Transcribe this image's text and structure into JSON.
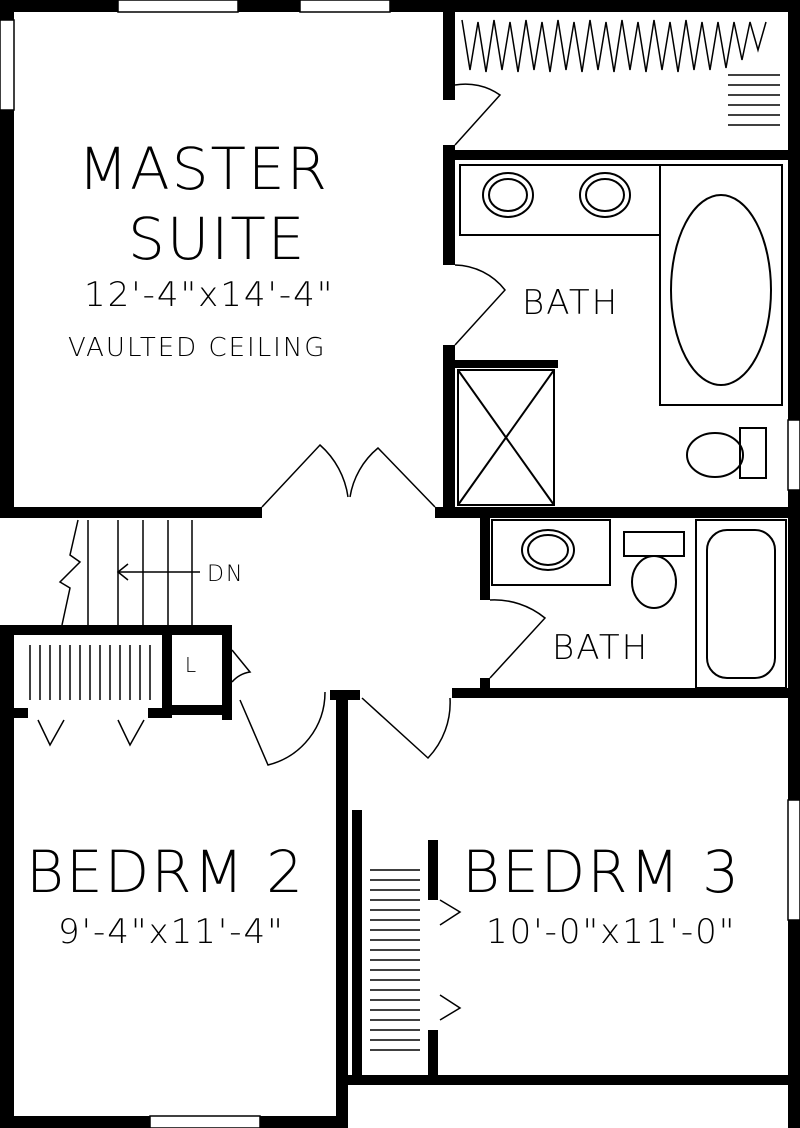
{
  "rooms": {
    "master": {
      "name_line1": "MASTER",
      "name_line2": "SUITE",
      "dimensions": "12'-4\"x14'-4\"",
      "note": "VAULTED CEILING"
    },
    "bath1": {
      "name": "BATH"
    },
    "bath2": {
      "name": "BATH"
    },
    "bedroom2": {
      "name": "BEDRM 2",
      "dimensions": "9'-4\"x11'-4\""
    },
    "bedroom3": {
      "name": "BEDRM 3",
      "dimensions": "10'-0\"x11'-0\""
    }
  },
  "stairs": {
    "direction_label": "DN"
  },
  "linen": {
    "label": "L"
  }
}
